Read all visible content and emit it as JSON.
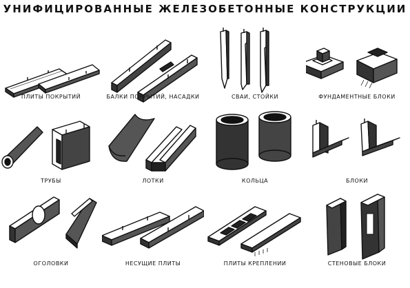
{
  "title": "УНИФИЦИРОВАННЫЕ ЖЕЛЕЗОБЕТОННЫЕ КОНСТРУКЦИИ",
  "colors": {
    "ink": "#111111",
    "paper": "#ffffff",
    "shade": "#3a3a3a"
  },
  "items": [
    {
      "label": "ПЛИТЫ ПОКРЫТИЙ",
      "icon": "roof-slabs-icon"
    },
    {
      "label": "БАЛКИ ПОКРЫТИЙ, НАСАДКИ",
      "icon": "roof-beams-icon"
    },
    {
      "label": "СВАИ, СТОЙКИ",
      "icon": "piles-columns-icon"
    },
    {
      "label": "ФУНДАМЕНТНЫЕ БЛОКИ",
      "icon": "foundation-blocks-icon"
    },
    {
      "label": "ТРУБЫ",
      "icon": "pipes-icon"
    },
    {
      "label": "ЛОТКИ",
      "icon": "trays-icon"
    },
    {
      "label": "КОЛЬЦА",
      "icon": "rings-icon"
    },
    {
      "label": "БЛОКИ",
      "icon": "blocks-icon"
    },
    {
      "label": "ОГОЛОВКИ",
      "icon": "headwalls-icon"
    },
    {
      "label": "НЕСУЩИЕ ПЛИТЫ",
      "icon": "bearing-slabs-icon"
    },
    {
      "label": "ПЛИТЫ КРЕПЛЕНИИ",
      "icon": "revetment-slabs-icon"
    },
    {
      "label": "СТЕНОВЫЕ БЛОКИ",
      "icon": "wall-blocks-icon"
    }
  ]
}
